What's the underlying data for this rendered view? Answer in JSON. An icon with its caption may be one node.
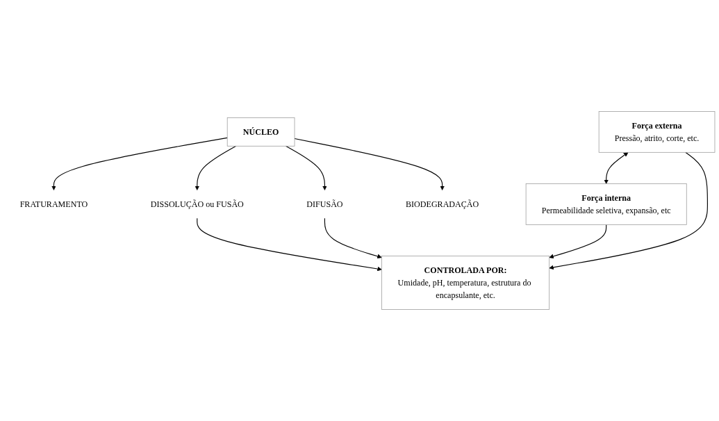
{
  "diagram": {
    "nodes": [
      {
        "text": [
          "Força externa",
          "Pressão, atrito, corte, etc."
        ]
      },
      {
        "text": [
          "FRATURAMENTO"
        ]
      },
      {
        "text": [
          "Força interna",
          "Permeabilidade seletiva, expansão, etc"
        ]
      },
      {
        "text": [
          "DISSOLUÇÃO ou FUSÃO"
        ]
      },
      {
        "text": [
          "NÚCLEO"
        ]
      },
      {
        "text": [
          "DIFUSÃO"
        ]
      },
      {
        "text": [
          "BIODEGRADAÇÃO"
        ]
      },
      {
        "text": [
          "CONTROLADA POR:",
          "Umidade, pH, temperatura, estrutura do encapsulante, etc."
        ]
      }
    ],
    "edges": [
      {
        "from": 0,
        "to": 2,
        "arrow": "both"
      },
      {
        "from": 4,
        "to": 1,
        "arrow": "to"
      },
      {
        "from": 4,
        "to": 3,
        "arrow": "to"
      },
      {
        "from": 4,
        "to": 5,
        "arrow": "to"
      },
      {
        "from": 4,
        "to": 6,
        "arrow": "to"
      },
      {
        "from": 0,
        "to": 7,
        "arrow": "to"
      },
      {
        "from": 3,
        "to": 7,
        "arrow": "to"
      },
      {
        "from": 5,
        "to": 7,
        "arrow": "to"
      },
      {
        "from": 2,
        "to": 7,
        "arrow": "to"
      }
    ]
  }
}
